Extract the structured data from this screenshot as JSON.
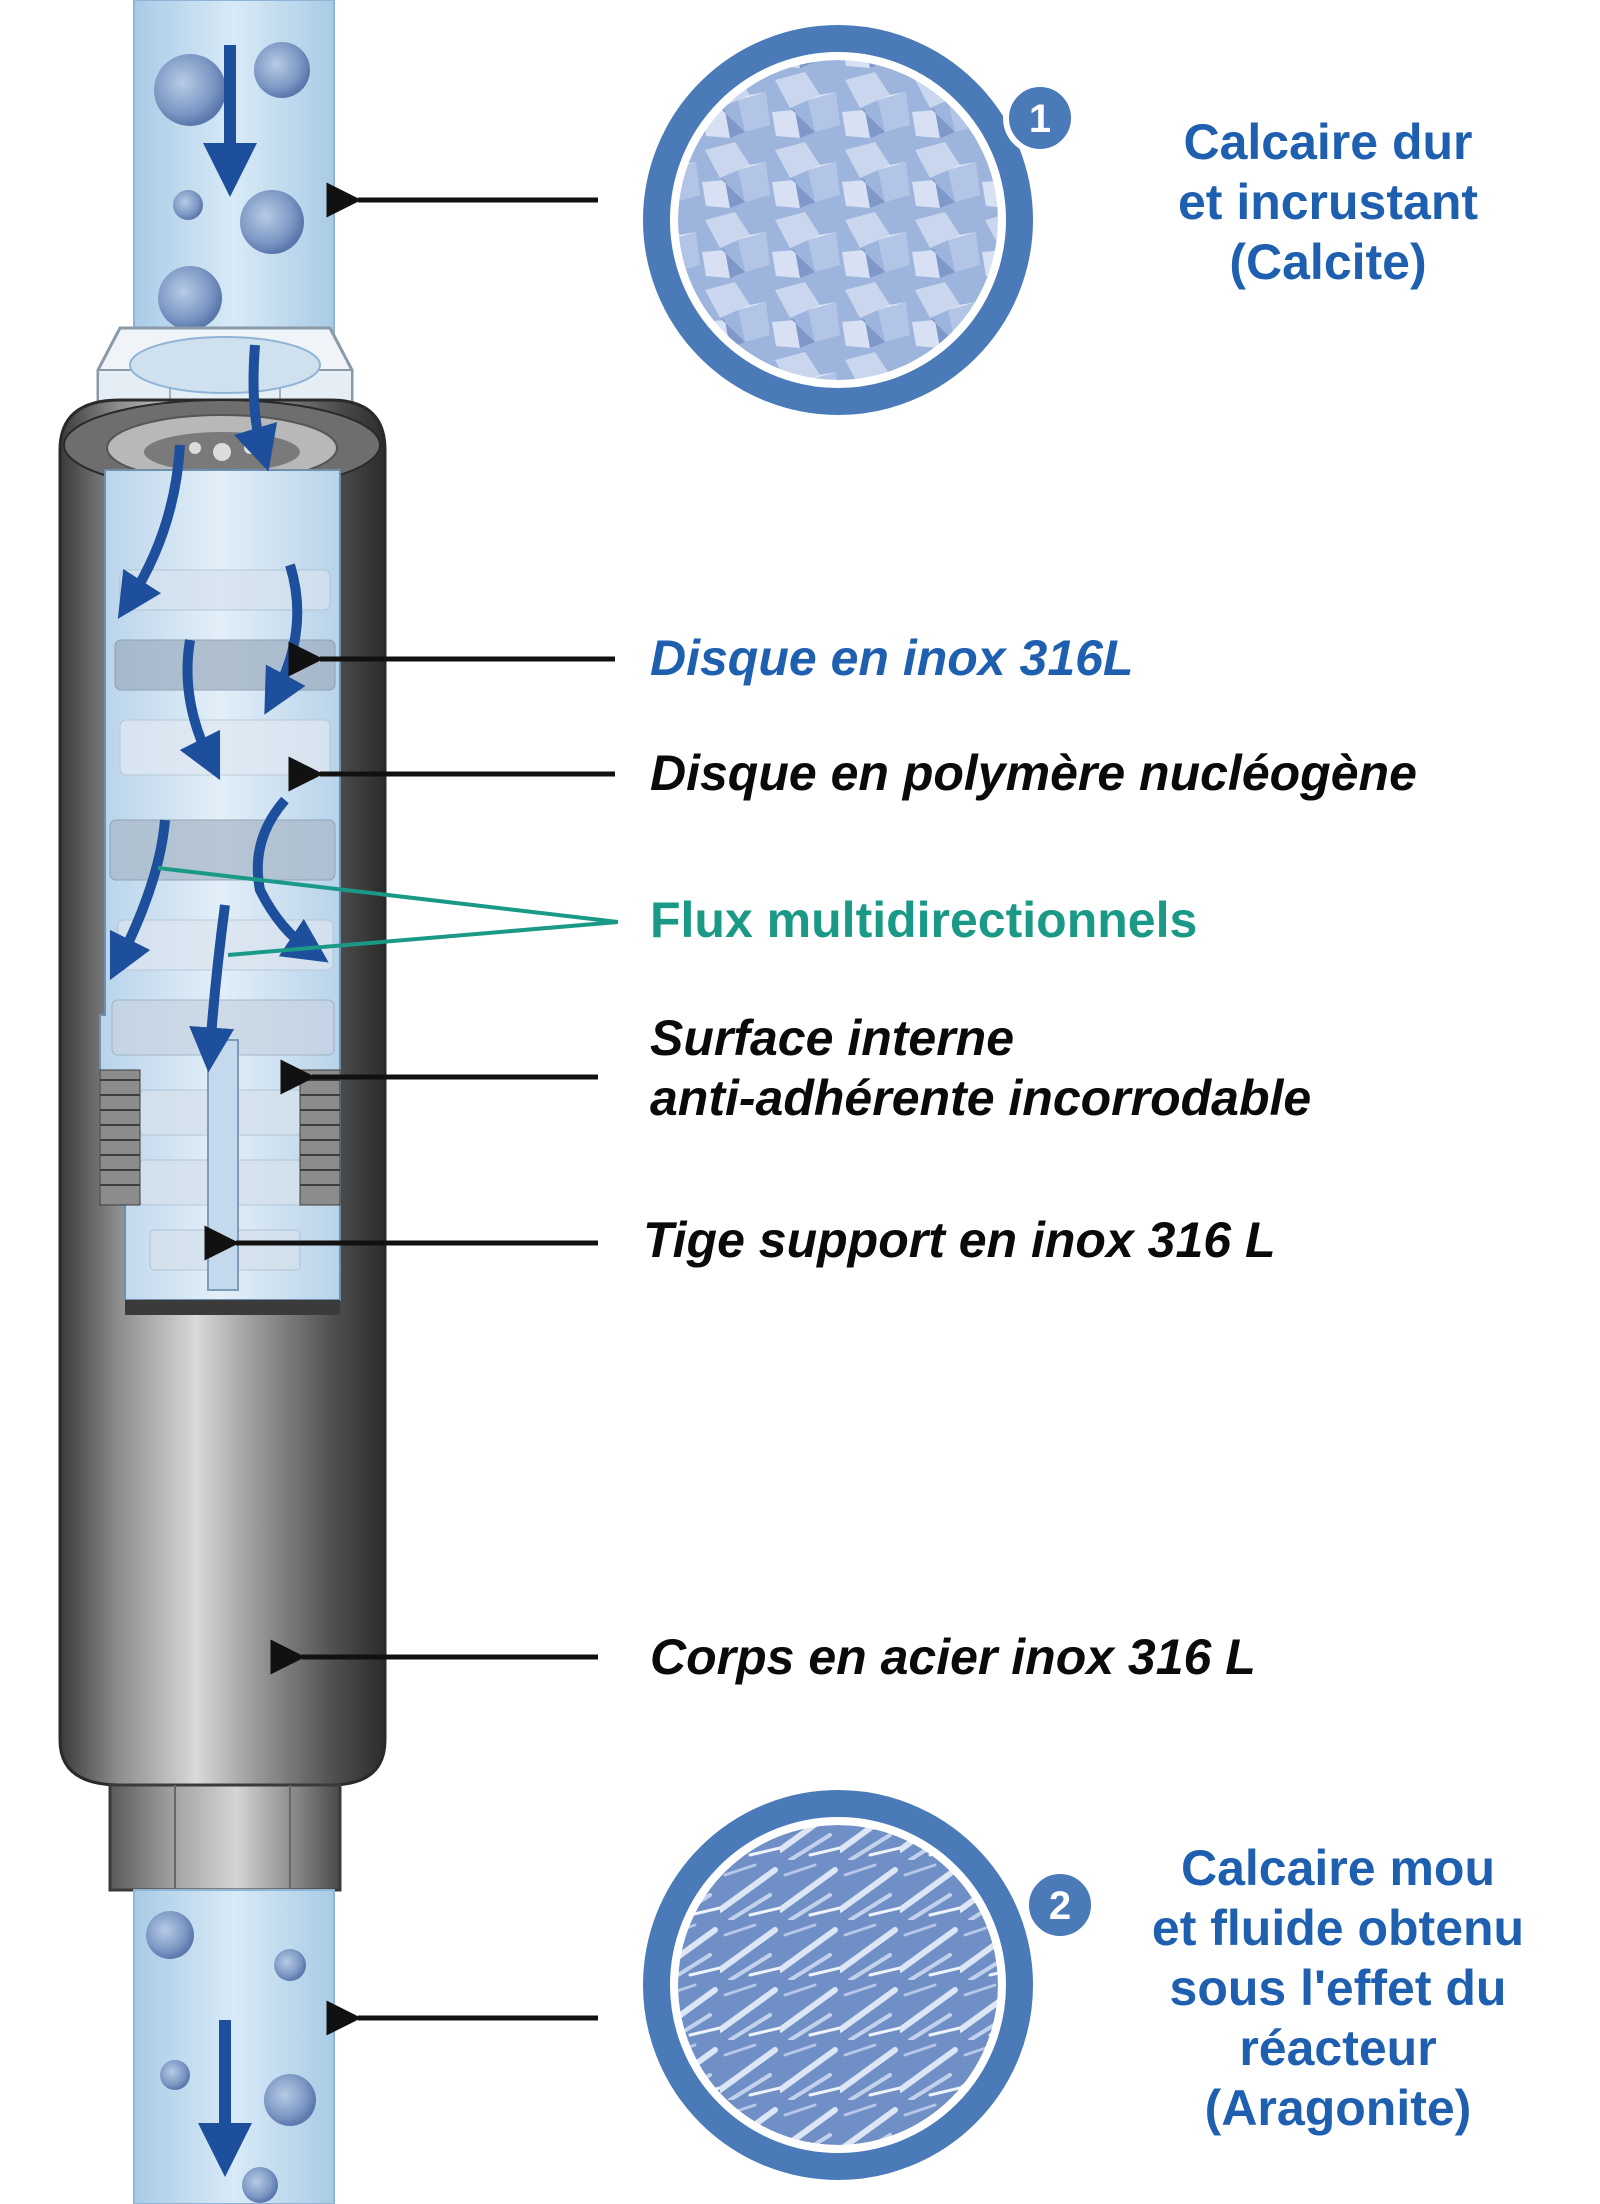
{
  "callouts": {
    "top": {
      "number": "1",
      "text": "Calcaire dur\net incrustant\n(Calcite)"
    },
    "bottom": {
      "number": "2",
      "text": "Calcaire mou\net fluide obtenu\nsous l'effet du\nréacteur\n(Aragonite)"
    }
  },
  "labels": {
    "disc_inox": "Disque en inox 316L",
    "disc_polymer": "Disque en polymère nucléogène",
    "flux": "Flux multidirectionnels",
    "surface": "Surface interne\nanti-adhérente incorrodable",
    "rod": "Tige support en inox 316 L",
    "body": "Corps en acier inox 316 L"
  },
  "colors": {
    "blue_text": "#1f5fb0",
    "teal_text": "#1a9987",
    "black_text": "#0a0a0a",
    "water": "#c9e1f2",
    "steel_dark": "#4a4a4a",
    "steel_light": "#bdbdbd",
    "arrow_blue": "#1e4f9c"
  },
  "icons": {
    "flow": "flow-arrow-icon",
    "pointer": "pointer-arrow-icon",
    "crystal_lens": "magnifier-lens-icon"
  }
}
